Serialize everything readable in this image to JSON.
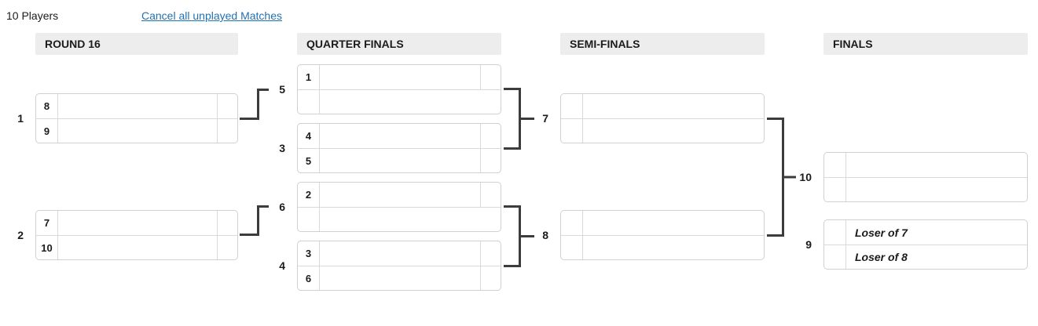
{
  "toolbar": {
    "players_count_label": "10 Players",
    "cancel_link_label": "Cancel all unplayed Matches"
  },
  "columns": [
    {
      "title": "ROUND 16"
    },
    {
      "title": "QUARTER FINALS"
    },
    {
      "title": "SEMI-FINALS"
    },
    {
      "title": "FINALS"
    }
  ],
  "matches": [
    {
      "number": "1",
      "round": "ROUND 16",
      "slots": [
        {
          "seed": "8",
          "name": "",
          "score": ""
        },
        {
          "seed": "9",
          "name": "",
          "score": ""
        }
      ]
    },
    {
      "number": "2",
      "round": "ROUND 16",
      "slots": [
        {
          "seed": "7",
          "name": "",
          "score": ""
        },
        {
          "seed": "10",
          "name": "",
          "score": ""
        }
      ]
    },
    {
      "number": "5",
      "round": "QUARTER FINALS",
      "slots": [
        {
          "seed": "1",
          "name": "",
          "score": ""
        },
        {
          "seed": "",
          "name": "",
          "score": ""
        }
      ]
    },
    {
      "number": "3",
      "round": "QUARTER FINALS",
      "slots": [
        {
          "seed": "4",
          "name": "",
          "score": ""
        },
        {
          "seed": "5",
          "name": "",
          "score": ""
        }
      ]
    },
    {
      "number": "6",
      "round": "QUARTER FINALS",
      "slots": [
        {
          "seed": "2",
          "name": "",
          "score": ""
        },
        {
          "seed": "",
          "name": "",
          "score": ""
        }
      ]
    },
    {
      "number": "4",
      "round": "QUARTER FINALS",
      "slots": [
        {
          "seed": "3",
          "name": "",
          "score": ""
        },
        {
          "seed": "6",
          "name": "",
          "score": ""
        }
      ]
    },
    {
      "number": "7",
      "round": "SEMI-FINALS",
      "slots": [
        {
          "seed": "",
          "name": "",
          "score": ""
        },
        {
          "seed": "",
          "name": "",
          "score": ""
        }
      ]
    },
    {
      "number": "8",
      "round": "SEMI-FINALS",
      "slots": [
        {
          "seed": "",
          "name": "",
          "score": ""
        },
        {
          "seed": "",
          "name": "",
          "score": ""
        }
      ]
    },
    {
      "number": "10",
      "round": "FINALS",
      "slots": [
        {
          "seed": "",
          "name": "",
          "score": ""
        },
        {
          "seed": "",
          "name": "",
          "score": ""
        }
      ]
    },
    {
      "number": "9",
      "round": "FINALS",
      "slots": [
        {
          "seed": "",
          "name": "Loser of 7",
          "score": ""
        },
        {
          "seed": "",
          "name": "Loser of 8",
          "score": ""
        }
      ]
    }
  ],
  "colors": {
    "link": "#2271b1",
    "header_bg": "#ededed",
    "box_border": "#d0d0d0",
    "divider": "#d9d9d9",
    "connector": "#3c3c3c",
    "text": "#1b1b1b"
  }
}
